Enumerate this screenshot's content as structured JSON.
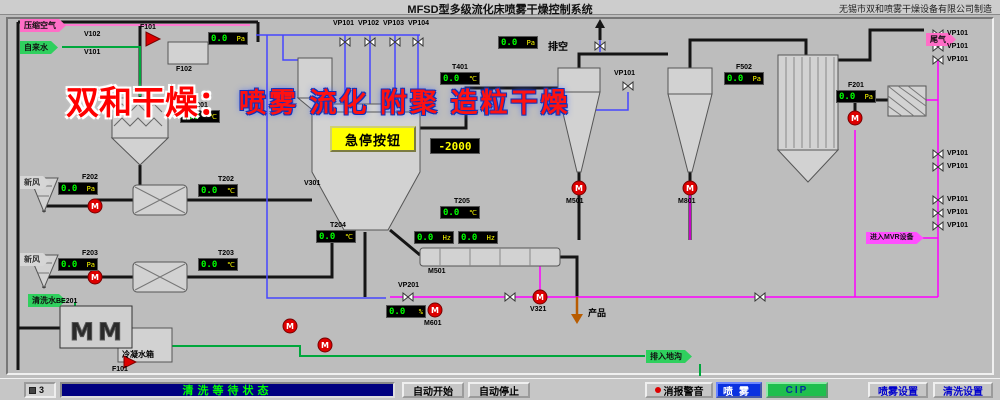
{
  "title_bar": {
    "title": "MFSD型多级流化床喷雾干燥控制系统",
    "manufacturer": "无锡市双和喷雾干燥设备有限公司制造"
  },
  "watermark": {
    "brand": "双和干燥：",
    "slogan": "喷雾 流化 附聚 造粒干燥"
  },
  "estop_label": "急停按钮",
  "stream_labels": {
    "compressed_air": "压缩空气",
    "tap_water": "自来水",
    "fresh_air_1": "新风",
    "fresh_air_2": "新风",
    "wash_water": "清洗水",
    "vent": "排空",
    "tail_gas": "尾气",
    "product": "产品",
    "condensate_tank": "冷凝水箱",
    "drain": "排入地沟",
    "mvr": "进入MVR设备"
  },
  "tags": {
    "v102": "V102",
    "v101": "V101",
    "f101": "F101",
    "f102": "F102",
    "vp101_top": "VP101",
    "vp102": "VP102",
    "vp103": "VP103",
    "vp104": "VP104",
    "t401": "T401",
    "vp101_vent": "VP101",
    "f502": "F502",
    "f201": "F201",
    "t201": "T201",
    "t202": "T202",
    "f202": "F202",
    "t203": "T203",
    "f203": "F203",
    "v301": "V301",
    "t204": "T204",
    "t205": "T205",
    "m501_mid": "M501",
    "m601": "M601",
    "vp201": "VP201",
    "m501": "M501",
    "m801": "M801",
    "v321": "V321",
    "be201": "BE201",
    "f101b": "F101",
    "vp101_r1": "VP101",
    "vp101_r2": "VP101",
    "vp101_r3": "VP101",
    "vp101_r4": "VP101",
    "vp101_r5": "VP101",
    "vp101_r6": "VP101",
    "vp101_r7": "VP101",
    "vp101_r8": "VP101"
  },
  "displays": {
    "f102": {
      "value": "0.0",
      "unit": "Pa"
    },
    "vent": {
      "value": "0.0",
      "unit": "Pa"
    },
    "t401": {
      "value": "0.0",
      "unit": "℃"
    },
    "f502": {
      "value": "0.0",
      "unit": "Pa"
    },
    "f201": {
      "value": "0.0",
      "unit": "Pa"
    },
    "t201": {
      "value": "0.0",
      "unit": "℃"
    },
    "t202": {
      "value": "0.0",
      "unit": "℃"
    },
    "f202": {
      "value": "0.0",
      "unit": "Pa"
    },
    "t203": {
      "value": "0.0",
      "unit": "℃"
    },
    "f203": {
      "value": "0.0",
      "unit": "Pa"
    },
    "t204": {
      "value": "0.0",
      "unit": "℃"
    },
    "t205": {
      "value": "0.0",
      "unit": "℃"
    },
    "m501a": {
      "value": "0.0",
      "unit": "Hz"
    },
    "m501b": {
      "value": "0.0",
      "unit": "Hz"
    },
    "vp201": {
      "value": "0.0",
      "unit": "%"
    },
    "estop_counter": {
      "value": "-2000",
      "unit": ""
    }
  },
  "status_bar": {
    "counter": "3",
    "text": "清洗等待状态"
  },
  "buttons": {
    "auto_start": "自动开始",
    "auto_stop": "自动停止",
    "mute_alarm": "消报警音",
    "spray": "喷雾",
    "cip": "CIP",
    "spray_settings": "喷雾设置",
    "wash_settings": "清洗设置"
  },
  "colors": {
    "pipe_black": "#151515",
    "pipe_blue": "#4646ff",
    "pipe_magenta": "#ff00ff",
    "pipe_green": "#00a73c",
    "pipe_pink": "#ff7ad1",
    "pipe_orange": "#b85c00",
    "display_bg": "#000000",
    "display_value": "#00ff00",
    "display_unit": "#ffff00",
    "estop_bg": "#ffff00",
    "status_bg": "#000080",
    "status_text": "#00ff00",
    "spray_btn": "#0a31e0",
    "cip_btn": "#1fbf4e",
    "motor_red": "#dd0000"
  }
}
